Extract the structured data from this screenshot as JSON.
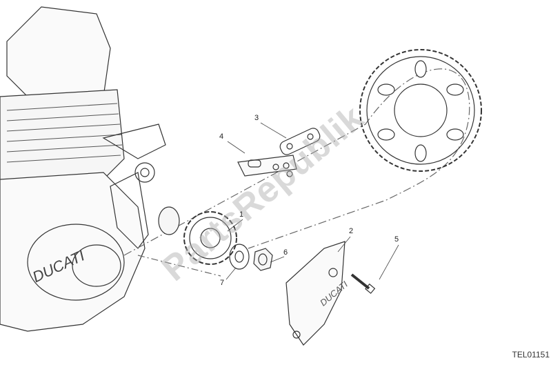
{
  "diagram": {
    "drawing_code": "TEL01151",
    "watermark": "PartsRepublik",
    "callouts": [
      {
        "id": "1",
        "label": "1"
      },
      {
        "id": "2",
        "label": "2"
      },
      {
        "id": "3",
        "label": "3"
      },
      {
        "id": "4",
        "label": "4"
      },
      {
        "id": "5",
        "label": "5"
      },
      {
        "id": "6",
        "label": "6"
      },
      {
        "id": "7",
        "label": "7"
      }
    ],
    "engine_cover_logo": "DUCATI",
    "sprocket_cover_logo": "DUCATI"
  }
}
